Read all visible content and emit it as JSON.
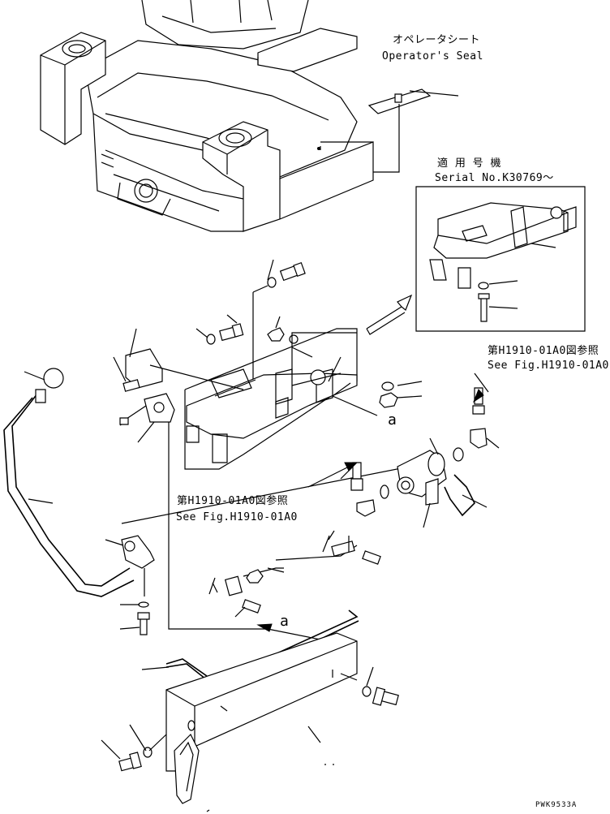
{
  "labels": {
    "operator_seat_jp": "オペレータシート",
    "operator_seat_en": "Operator's Seal",
    "serial_jp": "適 用 号 機",
    "serial_en": "Serial No.K30769～",
    "ref_top_jp": "第H1910-01A0図参照",
    "ref_top_en": "See Fig.H1910-01A0",
    "ref_mid_jp": "第H1910-01A0図参照",
    "ref_mid_en": "See Fig.H1910-01A0",
    "view_a_1": "a",
    "view_a_2": "a",
    "drawing_no": "PWK9533A"
  }
}
